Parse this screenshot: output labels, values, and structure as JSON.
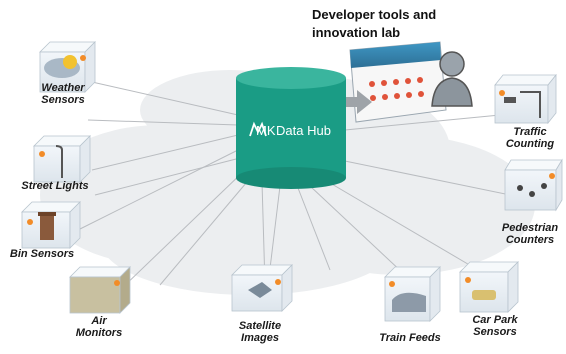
{
  "hub": {
    "brand": "MK",
    "label": "Data Hub",
    "color": "#1a9c85"
  },
  "developer_panel": {
    "title_line1": "Developer tools and",
    "title_line2": "innovation lab"
  },
  "nodes": {
    "weather": "Weather Sensors",
    "street_lights": "Street Lights",
    "bin": "Bin Sensors",
    "air_line1": "Air",
    "air_line2": "Monitors",
    "satellite_line1": "Satellite",
    "satellite_line2": "Images",
    "train": "Train Feeds",
    "car_park_line1": "Car Park",
    "car_park_line2": "Sensors",
    "pedestrian_line1": "Pedestrian",
    "pedestrian_line2": "Counters",
    "traffic_line1": "Traffic",
    "traffic_line2": "Counting",
    "weather_line1": "Weather",
    "weather_line2": "Sensors"
  },
  "colors": {
    "cloud": "#e8eaec",
    "line": "#b9bcc0",
    "arrow": "#9ea3a8",
    "rss": "#f28c28"
  }
}
